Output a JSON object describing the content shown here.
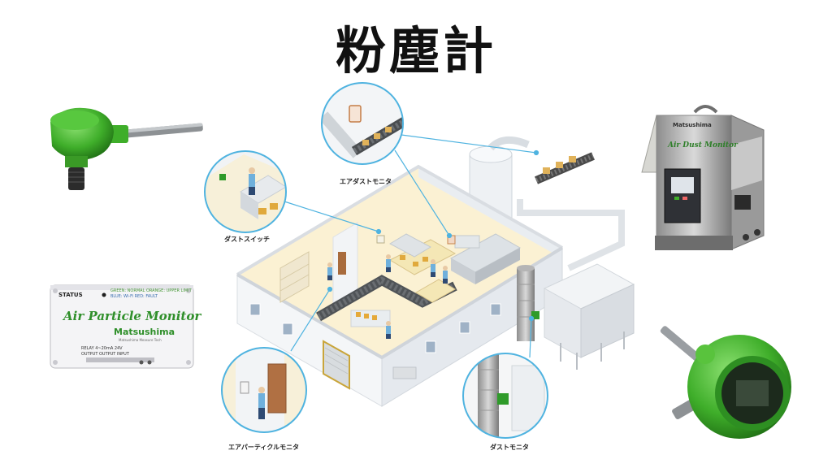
{
  "title": "粉塵計",
  "callouts": {
    "air_dust_monitor": "エアダストモニタ",
    "dust_switch": "ダストスイッチ",
    "air_particle_monitor": "エアパーティクルモニタ",
    "dust_monitor": "ダストモニタ"
  },
  "products": {
    "particle_box": {
      "status": "STATUS",
      "led_legend_1": "GREEN: NORMAL   ORANGE: UPPER LIMIT",
      "led_legend_2": "BLUE: Wi-Fi      RED: FAULT",
      "name": "Air Particle Monitor",
      "brand": "Matsushima",
      "tagline": "Matsushima Measure Tech",
      "terminal_1": "RELAY  4~20mA  24V",
      "terminal_2": "OUTPUT  OUTPUT  INPUT"
    },
    "dust_cabinet": {
      "brand": "Matsushima",
      "name": "Air Dust Monitor"
    }
  },
  "colors": {
    "accent_green": "#3fae2a",
    "callout_blue": "#4fb3e0",
    "floor_yellow": "#f7ecc8"
  }
}
